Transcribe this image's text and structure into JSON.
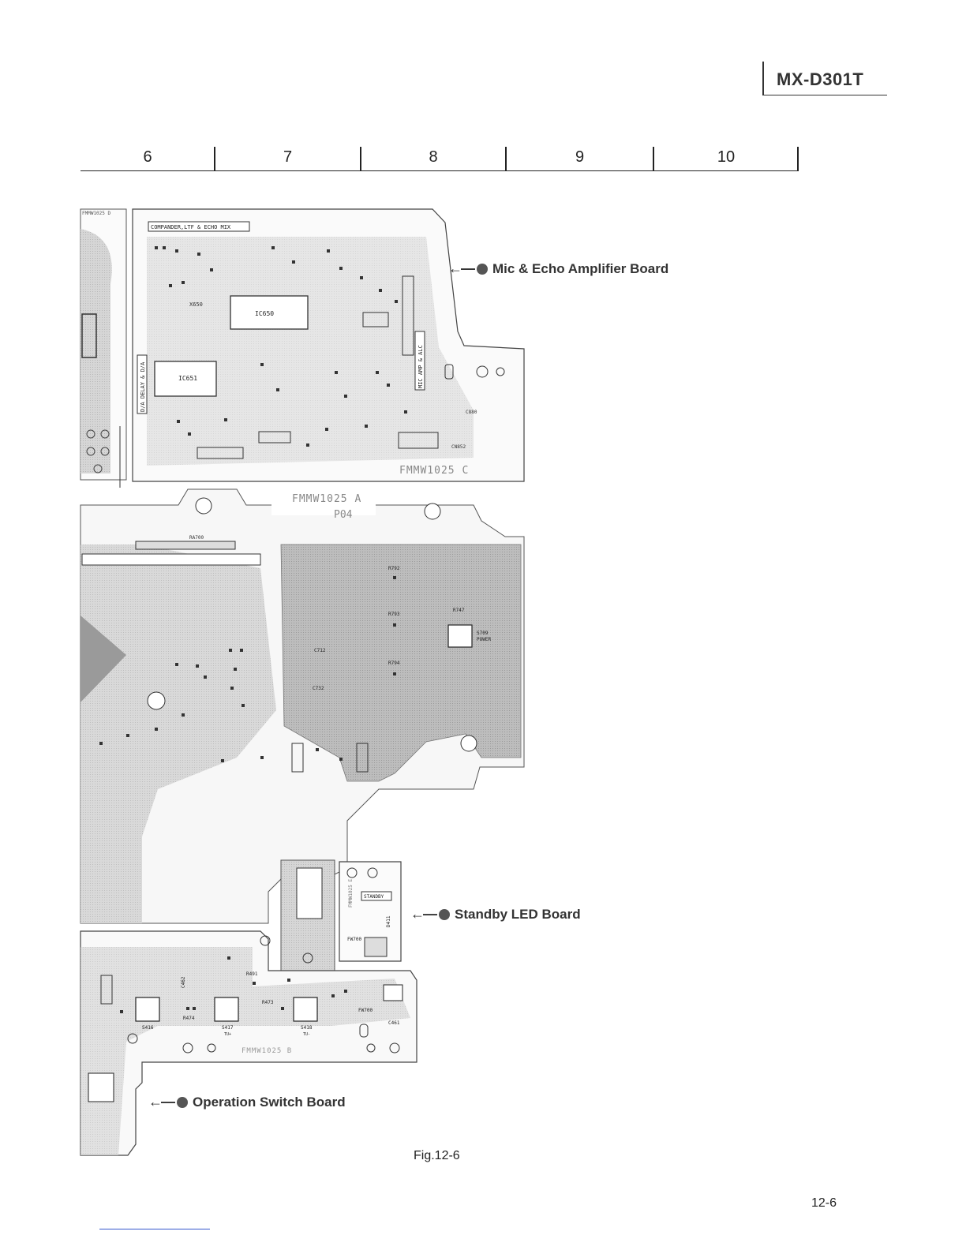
{
  "header": {
    "model": "MX-D301T"
  },
  "grid_columns": [
    "6",
    "7",
    "8",
    "9",
    "10"
  ],
  "callouts": {
    "mic_echo": "Mic & Echo Amplifier Board",
    "standby_led": "Standby LED Board",
    "operation_switch": "Operation Switch Board"
  },
  "board_labels": {
    "left_top_board": "FMMW1025 D",
    "mic_board": "FMMW1025 C",
    "main_board": "FMMW1025 A",
    "main_board_sub": "P04",
    "standby_board": "FMMW1025 E",
    "operation_board": "FMMW1025 B"
  },
  "silkscreen": {
    "compander": "COMPANDER,LTF & ECHO MIX",
    "da_delay": "D/A DELAY & D/A",
    "mic_amp": "MIC AMP & ALC",
    "standby": "STANDBY",
    "power": "POWER",
    "ic650": "IC650",
    "ic651": "IC651",
    "s709": "S709",
    "fw700": "FW700",
    "s416": "S416",
    "s417": "S417",
    "s418": "S418",
    "tu_plus": "TU+",
    "tu_minus": "TU-",
    "d411": "D411",
    "ra700": "RA700",
    "r792": "R792",
    "r793": "R793",
    "r794": "R794",
    "r747": "R747",
    "c712": "C712",
    "c732": "C732",
    "r474": "R474",
    "r473": "R473",
    "r491": "R491",
    "c462": "C462",
    "c461": "C461",
    "cn852": "CN852",
    "c880": "C880",
    "x650": "X650"
  },
  "figure_caption": "Fig.12-6",
  "page_number": "12-6"
}
